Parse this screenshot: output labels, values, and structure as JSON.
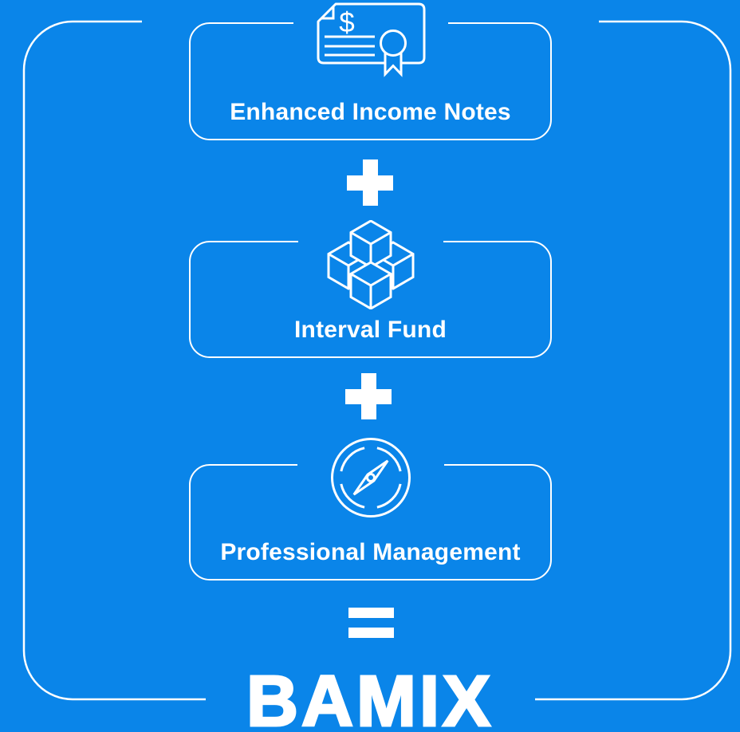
{
  "colors": {
    "background": "#0a85e9",
    "line": "#ffffff",
    "text": "#ffffff"
  },
  "formula": {
    "items": [
      {
        "label": "Enhanced Income Notes",
        "icon": "dollar-certificate-icon",
        "icon_text": "$"
      },
      {
        "label": "Interval Fund",
        "icon": "cubes-icon"
      },
      {
        "label": "Professional Management",
        "icon": "compass-icon"
      }
    ],
    "operators": {
      "plus": "+",
      "equals": "="
    },
    "result": "BAMIX"
  }
}
